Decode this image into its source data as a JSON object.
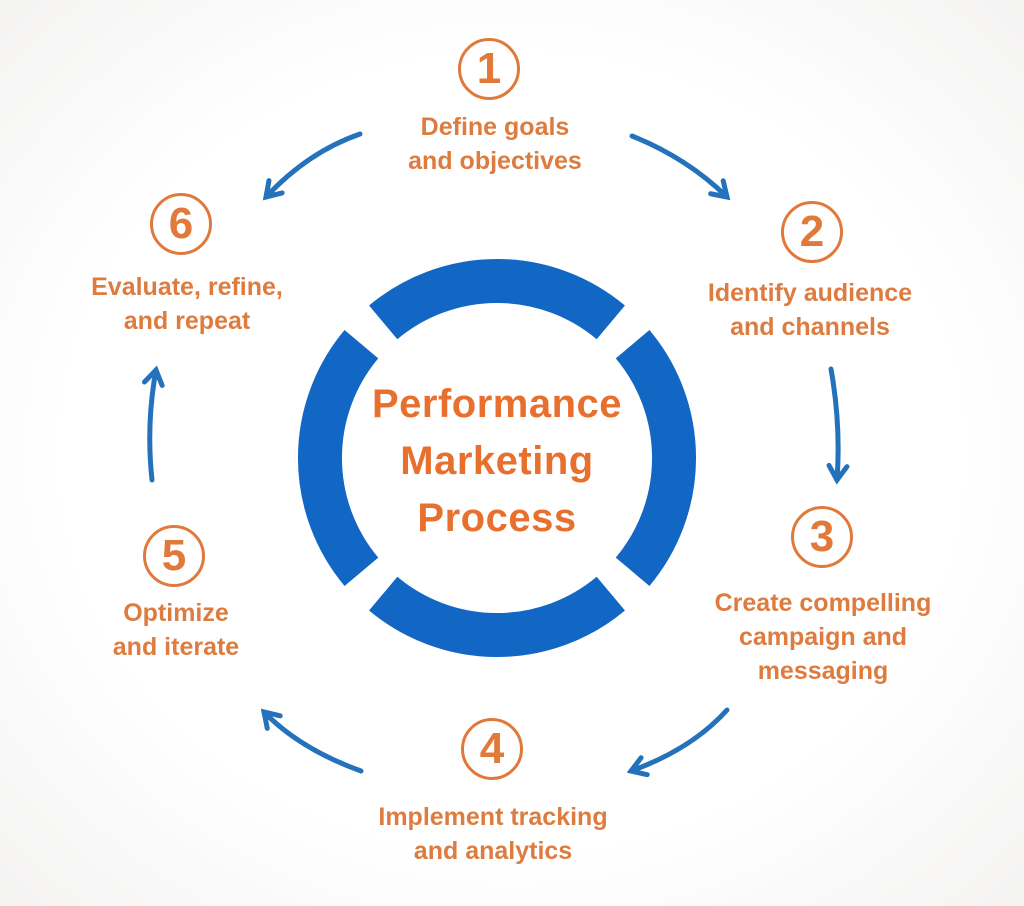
{
  "diagram": {
    "type": "cycle-diagram",
    "title": {
      "line1": "Performance",
      "line2": "Marketing",
      "line3": "Process"
    },
    "steps": [
      {
        "number": "1",
        "line1": "Define goals",
        "line2": "and objectives"
      },
      {
        "number": "2",
        "line1": "Identify audience",
        "line2": "and channels"
      },
      {
        "number": "3",
        "line1": "Create compelling",
        "line2": "campaign and",
        "line3": "messaging"
      },
      {
        "number": "4",
        "line1": "Implement tracking",
        "line2": "and analytics"
      },
      {
        "number": "5",
        "line1": "Optimize",
        "line2": "and iterate"
      },
      {
        "number": "6",
        "line1": "Evaluate, refine,",
        "line2": "and repeat"
      }
    ],
    "icons": {
      "ring": "segmented-circle-ring",
      "arrows": [
        "curved-arrow-step1-to-step2",
        "curved-arrow-step1-to-step6",
        "curved-arrow-step2-to-step3",
        "curved-arrow-step3-to-step4",
        "curved-arrow-step4-to-step5",
        "curved-arrow-step5-to-step6"
      ]
    },
    "colors": {
      "ring_blue": "#1267c4",
      "arrow_blue": "#2471bc",
      "title_orange": "#e8702f",
      "label_orange": "#de7b3e",
      "badge_orange": "#e0793a",
      "background": "#ffffff"
    }
  }
}
